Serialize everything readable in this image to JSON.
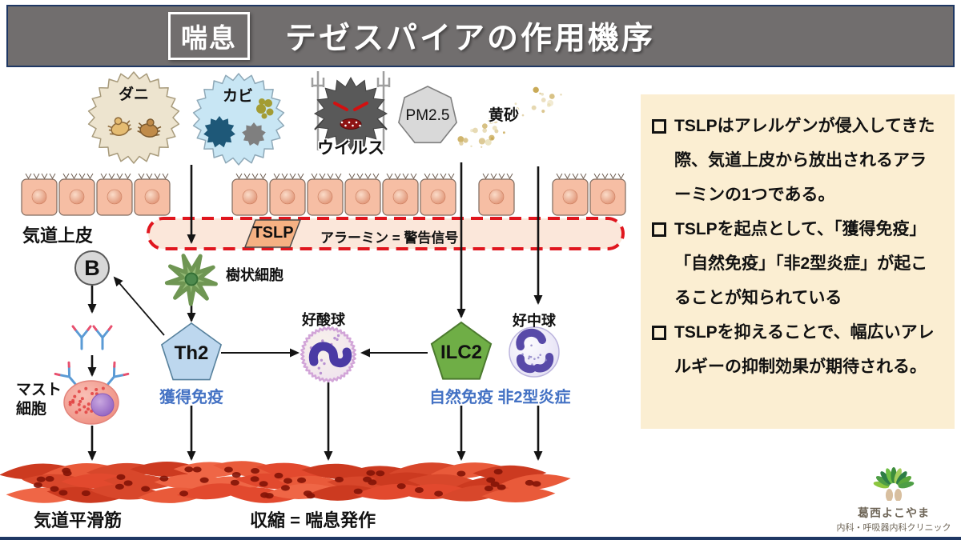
{
  "slide": {
    "tag": "喘息",
    "title": "テゼスパイアの作用機序"
  },
  "allergens": {
    "mite": "ダニ",
    "mold": "カビ",
    "virus": "ウイルス",
    "pm25": "PM2.5",
    "yellow_sand": "黄砂"
  },
  "airway": {
    "epithelium_label": "気道上皮",
    "tslp": "TSLP",
    "alarmin_note": "アラーミン = 警告信号"
  },
  "cells": {
    "b": "B",
    "dendritic": "樹状細胞",
    "th2": "Th2",
    "th2_caption": "獲得免疫",
    "eosinophil": "好酸球",
    "ilc2": "ILC2",
    "ilc2_caption": "自然免疫",
    "neutrophil": "好中球",
    "neutrophil_caption": "非2型炎症",
    "mast_line1": "マスト",
    "mast_line2": "細胞"
  },
  "muscle": {
    "label": "気道平滑筋",
    "result": "収縮 = 喘息発作"
  },
  "panel": {
    "bullets": [
      "TSLPはアレルゲンが侵入してきた際、気道上皮から放出されるアラーミンの1つである。",
      "TSLPを起点として、「獲得免疫」「自然免疫」「非2型炎症」が起こることが知られている",
      "TSLPを抑えることで、幅広いアレルギーの抑制効果が期待される。"
    ]
  },
  "logo": {
    "name": "葛西よこやま",
    "subtitle": "内科・呼吸器内科クリニック"
  },
  "colors": {
    "header_bg": "#716E6E",
    "header_border": "#1F3864",
    "panel_bg": "#FBEED2",
    "accent_red": "#E0161E",
    "caption_blue": "#4472C4",
    "epithelium_fill": "#F6BEA4",
    "th2_fill": "#BDD7EE",
    "ilc2_fill": "#6FAE46"
  }
}
